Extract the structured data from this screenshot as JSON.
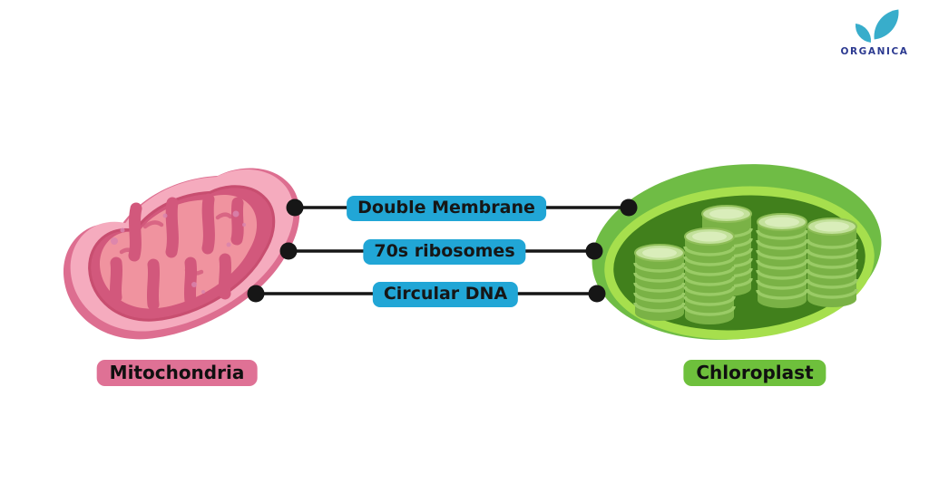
{
  "logo": {
    "brand": "ORGANICA",
    "leaf_color": "#38ADCB",
    "text_color": "#2B3990"
  },
  "diagram": {
    "shared_features": [
      {
        "label": "Double Membrane"
      },
      {
        "label": "70s ribosomes"
      },
      {
        "label": "Circular DNA"
      }
    ],
    "feature_badge_color": "#21A6D6",
    "connector_color": "#161616",
    "organelles": [
      {
        "name": "Mitochondria",
        "badge_color": "#DF7195",
        "side": "left"
      },
      {
        "name": "Chloroplast",
        "badge_color": "#6EC03C",
        "side": "right"
      }
    ]
  }
}
